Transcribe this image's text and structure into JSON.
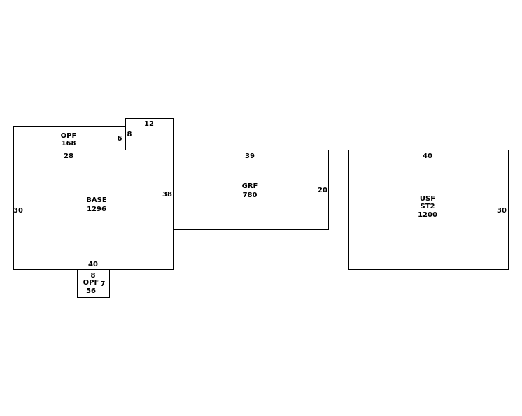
{
  "areas": {
    "opf_top": {
      "code": "OPF",
      "area": "168"
    },
    "base": {
      "code": "BASE",
      "area": "1296"
    },
    "grf": {
      "code": "GRF",
      "area": "780"
    },
    "usf": {
      "code": "USF",
      "code2": "ST2",
      "area": "1200"
    },
    "opf_bottom": {
      "code": "OPF",
      "area": "56"
    }
  },
  "dimensions": {
    "opf_top_depth": "6",
    "opf_top_width": "28",
    "base_notch_top": "12",
    "base_notch_side": "8",
    "base_right": "38",
    "base_left": "30",
    "base_bottom": "40",
    "grf_top": "39",
    "grf_right": "20",
    "usf_top": "40",
    "usf_right": "30",
    "opf_bottom_top": "8",
    "opf_bottom_right": "7"
  }
}
